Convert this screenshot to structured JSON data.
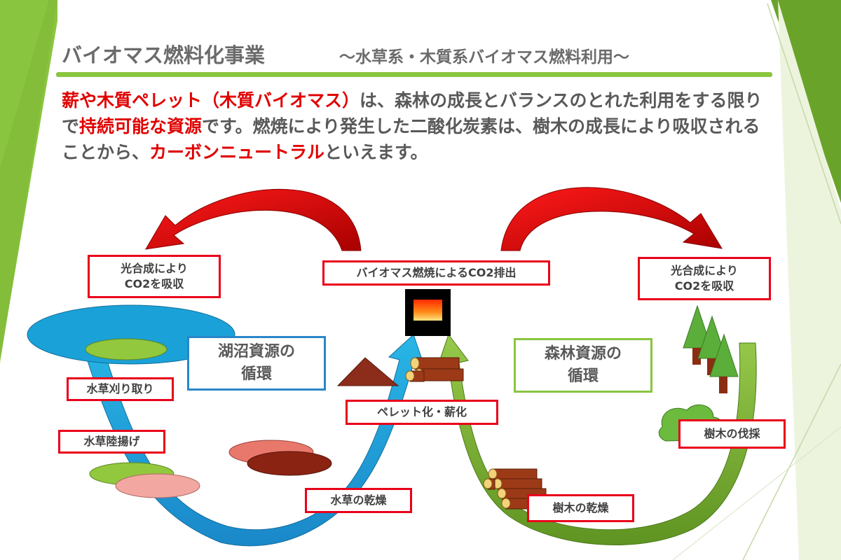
{
  "title": "バイオマス燃料化事業",
  "subtitle": "～水草系・木質系バイオマス燃料利用～",
  "lead": {
    "p1_red": "薪や木質ペレット（木質バイオマス）",
    "p2": "は、森林の成長とバランスのとれた利用をする限りで",
    "p3_red": "持続可能な資源",
    "p4": "です。燃焼により発生した二酸化炭素は、樹木の成長により吸収されることから、",
    "p5_red": "カーボンニュートラル",
    "p6": "といえます。"
  },
  "labels": {
    "photo_left": "光合成により\nCO2を吸収",
    "emission": "バイオマス燃焼によるCO2排出",
    "photo_right": "光合成により\nCO2を吸収",
    "harvest": "水草刈り取り",
    "landing": "水草陸揚げ",
    "pellet": "ペレット化・薪化",
    "dry_weed": "水草の乾燥",
    "felling": "樹木の伐採",
    "dry_wood": "樹木の乾燥"
  },
  "cycles": {
    "lake": "湖沼資源の\n循環",
    "forest": "森林資源の\n循環"
  },
  "colors": {
    "accent_green": "#8ac53f",
    "red": "#e00000",
    "lake_blue": "#1aa1d8",
    "forest_green": "#6fa52c"
  }
}
